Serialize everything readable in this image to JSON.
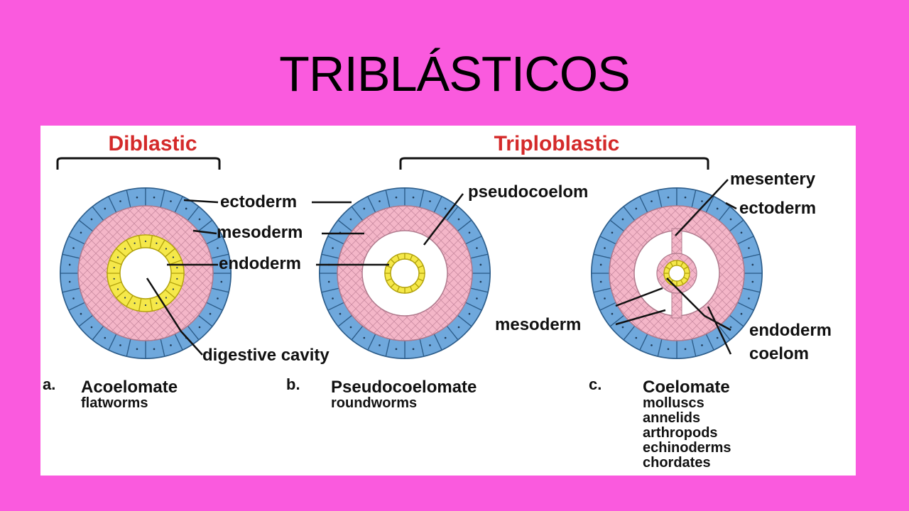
{
  "title": "TRIBLÁSTICOS",
  "groups": {
    "diblastic": "Diblastic",
    "triploblastic": "Triploblastic"
  },
  "labels": {
    "ectoderm": "ectoderm",
    "mesoderm": "mesoderm",
    "endoderm": "endoderm",
    "digestive_cavity": "digestive cavity",
    "pseudocoelom": "pseudocoelom",
    "mesentery": "mesentery",
    "ectoderm_c": "ectoderm",
    "mesoderm_c": "mesoderm",
    "endoderm_c": "endoderm",
    "coelom": "coelom"
  },
  "panels": [
    {
      "letter": "a.",
      "name": "Acoelomate",
      "examples": [
        "flatworms"
      ]
    },
    {
      "letter": "b.",
      "name": "Pseudocoelomate",
      "examples": [
        "roundworms"
      ]
    },
    {
      "letter": "c.",
      "name": "Coelomate",
      "examples": [
        "molluscs",
        "annelids",
        "arthropods",
        "echinoderms",
        "chordates"
      ]
    }
  ],
  "colors": {
    "background": "#fa5ade",
    "ectoderm": "#6fa8dc",
    "mesoderm": "#f4b6c8",
    "endoderm": "#f5e84a",
    "group_heading": "#d42a2a"
  }
}
